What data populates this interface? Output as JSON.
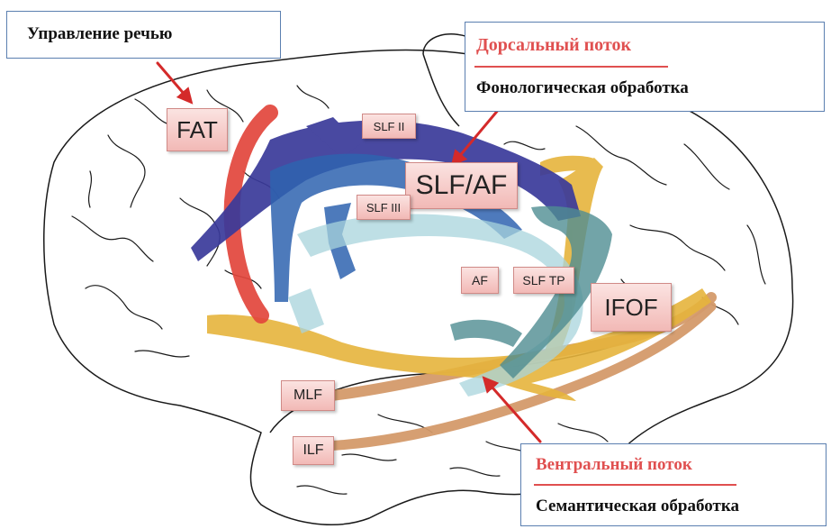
{
  "callouts": {
    "speech": {
      "title": "Управление речью"
    },
    "dorsal": {
      "title": "Дорсальный поток",
      "subtitle": "Фонологическая обработка"
    },
    "ventral": {
      "title": "Вентральный поток",
      "subtitle": "Семантическая обработка"
    }
  },
  "tracts": {
    "fat": "FAT",
    "slf2": "SLF II",
    "slf_af": "SLF/AF",
    "slf3": "SLF III",
    "af": "AF",
    "slf_tp": "SLF TP",
    "ifof": "IFOF",
    "mlf": "MLF",
    "ilf": "ILF"
  },
  "colors": {
    "callout_border": "#5b7fb0",
    "stream_title": "#e05050",
    "arrow": "#d42a2a",
    "fat": "#e2453c",
    "slf_dark": "#3a3a9a",
    "slf_blue": "#2f63b0",
    "af": "#a8d4dc",
    "slf_tp": "#4f8d92",
    "ifof": "#e6b43c",
    "mlf_ilf": "#d49a6a",
    "label_fill": "#f4c1be"
  }
}
